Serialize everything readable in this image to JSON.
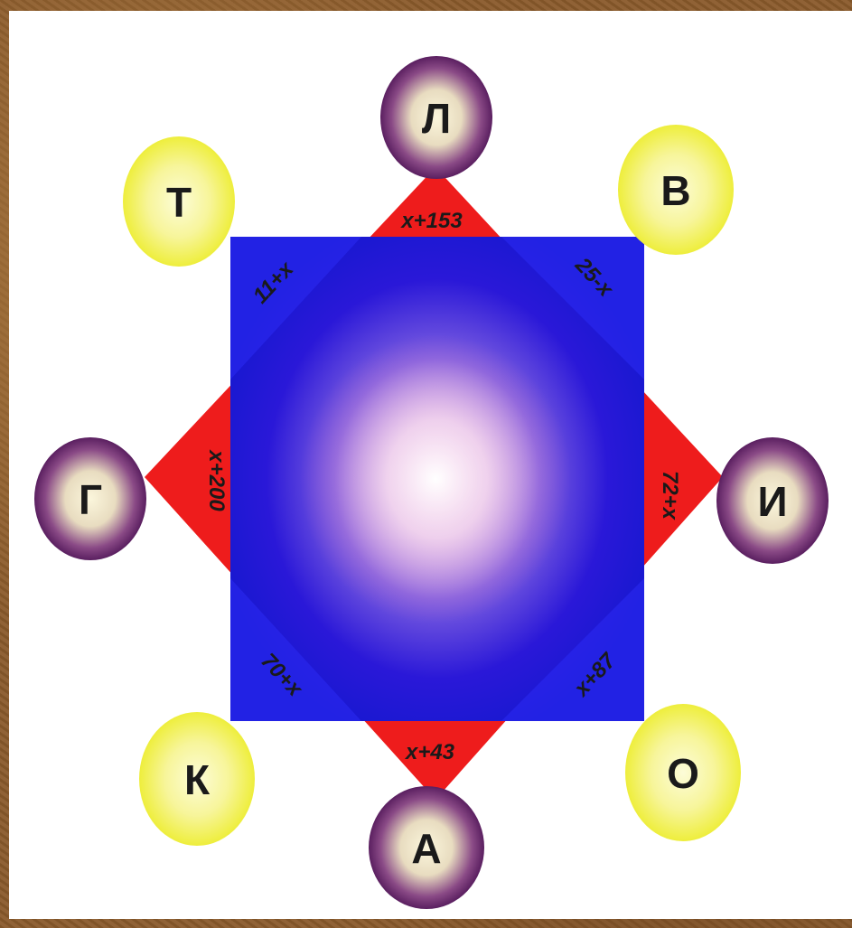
{
  "diagram": {
    "circles": {
      "top": "Л",
      "top_left": "Т",
      "top_right": "В",
      "left": "Г",
      "right": "И",
      "bottom_left": "К",
      "bottom_right": "О",
      "bottom": "А"
    },
    "triangle_labels": {
      "top": "x+153",
      "left": "x+200",
      "right": "72+x",
      "bottom": "x+43"
    },
    "corner_labels": {
      "top_left": "11+x",
      "top_right": "25-x",
      "bottom_left": "70+x",
      "bottom_right": "x+87"
    },
    "colors": {
      "square": "#1e1ee6",
      "triangles": "#ee1c1c",
      "purple_circle": "#6b2c6f",
      "yellow_circle": "#f2f23a"
    }
  }
}
